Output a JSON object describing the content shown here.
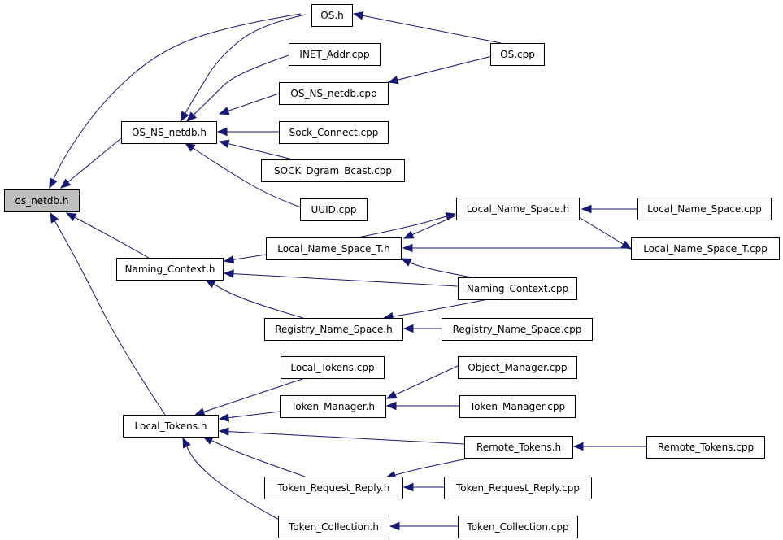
{
  "graph": {
    "edge_color": "#191970",
    "root_fill": "#bfbfbf",
    "nodes": [
      {
        "id": "os_netdb_h",
        "label": "os_netdb.h",
        "root": true
      },
      {
        "id": "OS_h",
        "label": "OS.h"
      },
      {
        "id": "INET_Addr_cpp",
        "label": "INET_Addr.cpp"
      },
      {
        "id": "OS_cpp",
        "label": "OS.cpp"
      },
      {
        "id": "OS_NS_netdb_cpp",
        "label": "OS_NS_netdb.cpp"
      },
      {
        "id": "OS_NS_netdb_h",
        "label": "OS_NS_netdb.h"
      },
      {
        "id": "Sock_Connect_cpp",
        "label": "Sock_Connect.cpp"
      },
      {
        "id": "SOCK_Dgram_Bcast_cpp",
        "label": "SOCK_Dgram_Bcast.cpp"
      },
      {
        "id": "UUID_cpp",
        "label": "UUID.cpp"
      },
      {
        "id": "Local_Name_Space_h",
        "label": "Local_Name_Space.h"
      },
      {
        "id": "Local_Name_Space_cpp",
        "label": "Local_Name_Space.cpp"
      },
      {
        "id": "Local_Name_Space_T_h",
        "label": "Local_Name_Space_T.h"
      },
      {
        "id": "Local_Name_Space_T_cpp",
        "label": "Local_Name_Space_T.cpp"
      },
      {
        "id": "Naming_Context_h",
        "label": "Naming_Context.h"
      },
      {
        "id": "Naming_Context_cpp",
        "label": "Naming_Context.cpp"
      },
      {
        "id": "Registry_Name_Space_h",
        "label": "Registry_Name_Space.h"
      },
      {
        "id": "Registry_Name_Space_cpp",
        "label": "Registry_Name_Space.cpp"
      },
      {
        "id": "Local_Tokens_cpp",
        "label": "Local_Tokens.cpp"
      },
      {
        "id": "Object_Manager_cpp",
        "label": "Object_Manager.cpp"
      },
      {
        "id": "Token_Manager_h",
        "label": "Token_Manager.h"
      },
      {
        "id": "Token_Manager_cpp",
        "label": "Token_Manager.cpp"
      },
      {
        "id": "Local_Tokens_h",
        "label": "Local_Tokens.h"
      },
      {
        "id": "Remote_Tokens_h",
        "label": "Remote_Tokens.h"
      },
      {
        "id": "Remote_Tokens_cpp",
        "label": "Remote_Tokens.cpp"
      },
      {
        "id": "Token_Request_Reply_h",
        "label": "Token_Request_Reply.h"
      },
      {
        "id": "Token_Request_Reply_cpp",
        "label": "Token_Request_Reply.cpp"
      },
      {
        "id": "Token_Collection_h",
        "label": "Token_Collection.h"
      },
      {
        "id": "Token_Collection_cpp",
        "label": "Token_Collection.cpp"
      }
    ],
    "edges": [
      {
        "from": "OS_h",
        "to": "os_netdb_h"
      },
      {
        "from": "OS_NS_netdb_h",
        "to": "os_netdb_h"
      },
      {
        "from": "Naming_Context_h",
        "to": "os_netdb_h"
      },
      {
        "from": "Local_Tokens_h",
        "to": "os_netdb_h"
      },
      {
        "from": "OS_cpp",
        "to": "OS_h"
      },
      {
        "from": "OS_cpp",
        "to": "OS_NS_netdb_cpp"
      },
      {
        "from": "OS_h",
        "to": "OS_NS_netdb_h"
      },
      {
        "from": "INET_Addr_cpp",
        "to": "OS_NS_netdb_h"
      },
      {
        "from": "OS_NS_netdb_cpp",
        "to": "OS_NS_netdb_h"
      },
      {
        "from": "Sock_Connect_cpp",
        "to": "OS_NS_netdb_h"
      },
      {
        "from": "SOCK_Dgram_Bcast_cpp",
        "to": "OS_NS_netdb_h"
      },
      {
        "from": "UUID_cpp",
        "to": "OS_NS_netdb_h"
      },
      {
        "from": "Local_Name_Space_cpp",
        "to": "Local_Name_Space_h"
      },
      {
        "from": "Local_Name_Space_T_h",
        "to": "Local_Name_Space_h"
      },
      {
        "from": "Local_Name_Space_h",
        "to": "Local_Name_Space_T_h"
      },
      {
        "from": "Local_Name_Space_h",
        "to": "Local_Name_Space_T_cpp"
      },
      {
        "from": "Local_Name_Space_T_cpp",
        "to": "Local_Name_Space_T_h"
      },
      {
        "from": "Naming_Context_cpp",
        "to": "Local_Name_Space_T_h"
      },
      {
        "from": "Local_Name_Space_T_h",
        "to": "Naming_Context_h"
      },
      {
        "from": "Naming_Context_cpp",
        "to": "Naming_Context_h"
      },
      {
        "from": "Registry_Name_Space_h",
        "to": "Naming_Context_h"
      },
      {
        "from": "Naming_Context_cpp",
        "to": "Registry_Name_Space_h"
      },
      {
        "from": "Registry_Name_Space_cpp",
        "to": "Registry_Name_Space_h"
      },
      {
        "from": "Local_Tokens_cpp",
        "to": "Local_Tokens_h"
      },
      {
        "from": "Token_Manager_h",
        "to": "Local_Tokens_h"
      },
      {
        "from": "Remote_Tokens_h",
        "to": "Local_Tokens_h"
      },
      {
        "from": "Token_Request_Reply_h",
        "to": "Local_Tokens_h"
      },
      {
        "from": "Token_Collection_h",
        "to": "Local_Tokens_h"
      },
      {
        "from": "Object_Manager_cpp",
        "to": "Token_Manager_h"
      },
      {
        "from": "Token_Manager_cpp",
        "to": "Token_Manager_h"
      },
      {
        "from": "Remote_Tokens_cpp",
        "to": "Remote_Tokens_h"
      },
      {
        "from": "Remote_Tokens_h",
        "to": "Token_Request_Reply_h"
      },
      {
        "from": "Token_Request_Reply_cpp",
        "to": "Token_Request_Reply_h"
      },
      {
        "from": "Token_Collection_cpp",
        "to": "Token_Collection_h"
      }
    ]
  }
}
